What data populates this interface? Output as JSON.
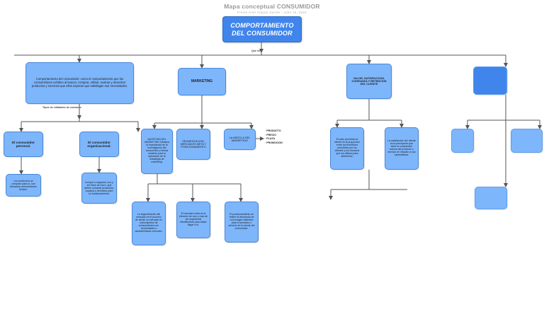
{
  "document": {
    "title": "Mapa conceptual CONSUMIDOR",
    "subtitle": "Freisa Ariel Angulo Zarate  -  Julio 16, 2021"
  },
  "root": {
    "label": "COMPORTAMIENTO DEL CONSUMIDOR"
  },
  "edge_labels": {
    "que_es": "Qué es?",
    "tipos_entidades": "Tipos de entidades de consumo"
  },
  "branches": {
    "definicion": {
      "text": "Comportamiento del consumidor: como el comportamiento que los consumidores exhiben  al buscar, comprar, utilizar, evaluar y desechar productos y servicios que ellos esperan que satisfagan sus  necesidades."
    },
    "marketing": {
      "label": "MARKETING",
      "children": [
        {
          "label": "ADOPCION DEL MARKETING",
          "text": "ADOPCION DEL MARKETING  Destaca la importancia de la investigación del consumidor y brinda cimiento para la aplicación de la estrategia de marketing."
        },
        {
          "label": "SEGMENTACION, MERCADOS META Y POSICIONAMIENTO",
          "text": "SEGMENTACION, MERCADOS META Y POSICIONAMIENTO"
        },
        {
          "label": "LA MEZCLA DEL MARKETING",
          "text": "LA MEZCLA DEL MARKETING"
        }
      ],
      "mix_items": [
        "PRODUCTO",
        "PRECIO",
        "PLAZA",
        "PROMOCION"
      ],
      "leaves": [
        "La segmentación del mercado es el proceso de dividir un mercado en subconjuntos de consumidores con necesidades  o características comunes.",
        "El mercado meta es la elección de uno o mas de los segmentos identificados para tratar/ llegar a el.",
        "El posicionamiento se refiere al desarrollo de una imagen distintiva para el producto o servicio en la mente del consumidor."
      ]
    },
    "valor": {
      "label": "VALOR, SATISFACCION, CONFIANZA Y RETENCION DEL CLIENTE",
      "children": [
        "El valor percibido al cliente es la proporción entre los beneficios percibidos por los clientes y los recursos que los utilizan para obtenerlos.",
        "La satisfacción del cliente es la percepción que tiene el consumidor acerca del producto o servicio en relación a sus expectativas."
      ]
    },
    "extra": {
      "label": "",
      "children": [
        "",
        "",
        ""
      ]
    }
  },
  "colors": {
    "node_fill": "#7eb6fb",
    "node_border": "#4a87d6",
    "accent": "#3f85ec",
    "wire": "#555555",
    "title_text": "#9a9a9a"
  }
}
